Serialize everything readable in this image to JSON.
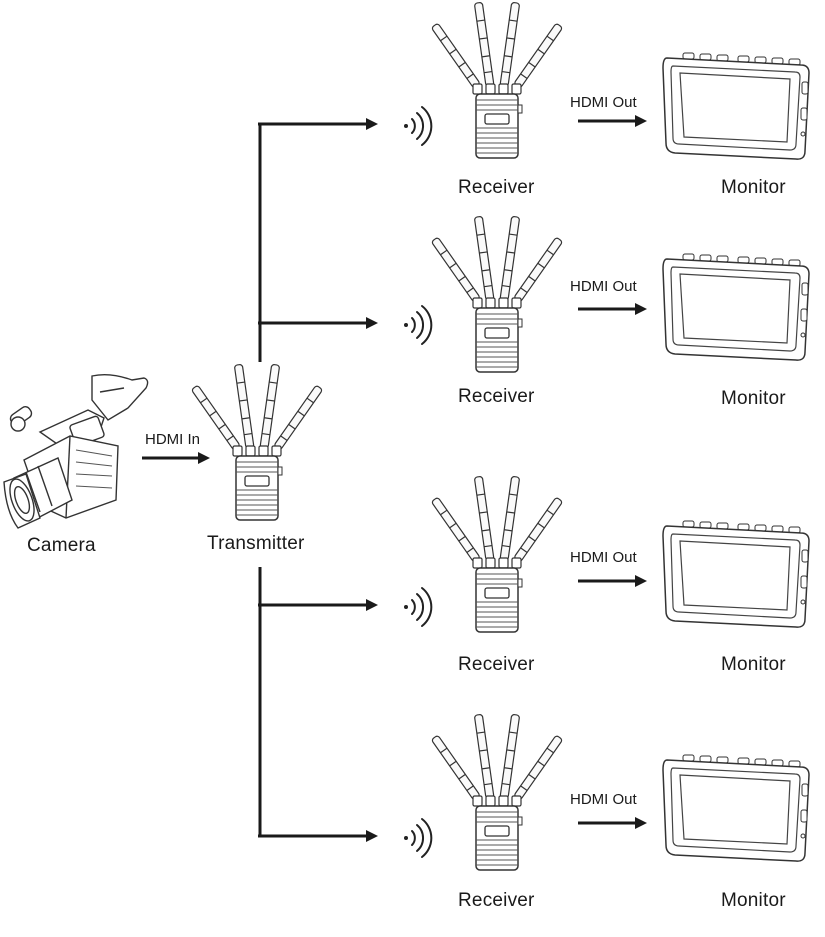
{
  "camera": {
    "label": "Camera",
    "link_label": "HDMI In"
  },
  "transmitter": {
    "label": "Transmitter"
  },
  "branches": [
    {
      "receiver_label": "Receiver",
      "link_label": "HDMI Out",
      "monitor_label": "Monitor"
    },
    {
      "receiver_label": "Receiver",
      "link_label": "HDMI Out",
      "monitor_label": "Monitor"
    },
    {
      "receiver_label": "Receiver",
      "link_label": "HDMI Out",
      "monitor_label": "Monitor"
    },
    {
      "receiver_label": "Receiver",
      "link_label": "HDMI Out",
      "monitor_label": "Monitor"
    }
  ]
}
